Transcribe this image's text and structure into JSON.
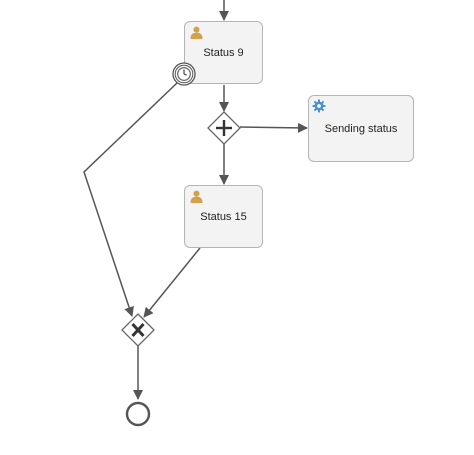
{
  "diagram": {
    "tasks": [
      {
        "id": "status9",
        "label": "Status 9",
        "kind": "user-task"
      },
      {
        "id": "sending",
        "label": "Sending status",
        "kind": "service-task"
      },
      {
        "id": "status15",
        "label": "Status 15",
        "kind": "user-task"
      }
    ],
    "gateways": [
      {
        "id": "parallel",
        "kind": "parallel-gateway",
        "symbol": "+"
      },
      {
        "id": "exclusive",
        "kind": "exclusive-gateway",
        "symbol": "X"
      }
    ],
    "events": [
      {
        "id": "timer",
        "kind": "boundary-timer-event"
      },
      {
        "id": "end",
        "kind": "end-event"
      }
    ],
    "colors": {
      "task_fill": "#f3f3f3",
      "task_border": "#b5b5b5",
      "edge": "#555555",
      "user_icon": "#d4a04c",
      "service_icon": "#4a8fd0"
    }
  }
}
